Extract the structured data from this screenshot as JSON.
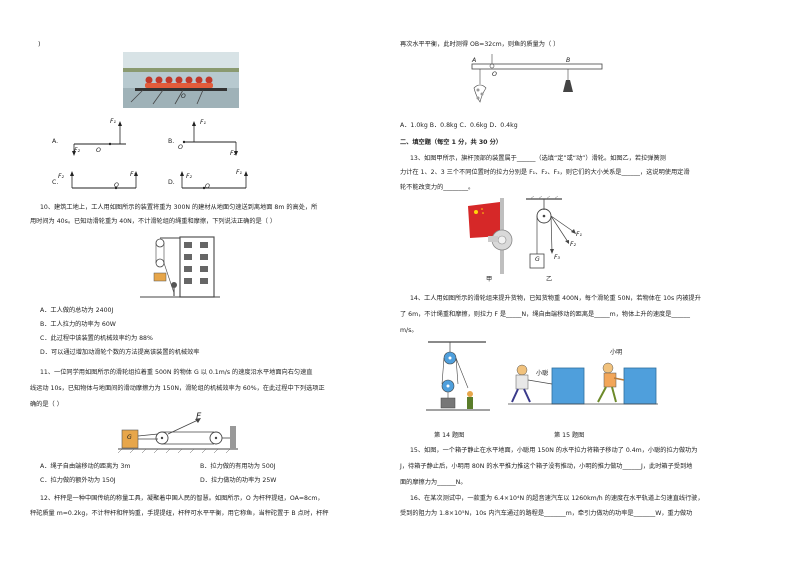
{
  "left": {
    "top_paren": ")",
    "q9_options": {
      "A": "A.",
      "B": "B.",
      "C": "C.",
      "D": "D.",
      "A_f1": "F₁",
      "A_f2": "F₂",
      "A_o": "O",
      "B_f1": "F₁",
      "B_f2": "F₂",
      "B_o": "O",
      "C_f1": "F₁",
      "C_f2": "F₂",
      "C_o": "O",
      "D_f1": "F₁",
      "D_f2": "F₂",
      "D_o": "O"
    },
    "q10": {
      "stem_1": "10、建筑工地上，工人用如图所示的装置将重为 300N 的建材从地面匀速送到离地面 8m 的高处，所",
      "stem_2": "用时间为 40s。已知动滑轮重为 40N，不计滑轮组的绳重和摩擦，下列说法正确的是（    ）",
      "opt_a": "A．工人做的总功为 2400J",
      "opt_b": "B．工人拉力的功率为 60W",
      "opt_c": "C．此过程中该装置的机械效率约为 88%",
      "opt_d": "D．可以通过增加动滑轮个数的方法提高该装置的机械效率"
    },
    "q11": {
      "stem_1": "11、一位同学用如图所示的滑轮组拉着重 500N 的物体 G 以 0.1m/s 的速度沿水平地面向右匀速直",
      "stem_2": "线运动 10s，已知物体与地面间的滑动摩擦力为 150N，滑轮组的机械效率为 60%，在此过程中下列选项正",
      "stem_3": "确的是（            ）",
      "fig_f": "F",
      "fig_g": "G",
      "opt_a": "A．绳子自由端移动的距离为 3m",
      "opt_b": "B．拉力做的有用功为 500J",
      "opt_c": "C．拉力做的额外功为 150J",
      "opt_d": "D．拉力做功的功率为 25W"
    },
    "q12": {
      "stem_1": "12、杆秤是一种中国传统的称量工具，凝聚着中国人民的智慧。如图所示，O 为杆秤提纽，OA=8cm，",
      "stem_2": "秤砣质量 m=0.2kg，不计秤杆和秤钩重，手提提纽，杆秤可水平平衡，用它称鱼，当秤砣置于 B 点时，杆秤"
    }
  },
  "right": {
    "q12_cont": "再次水平平衡，此时测得 OB=32cm，则鱼的质量为（        ）",
    "lever_a": "A",
    "lever_o": "O",
    "lever_b": "B",
    "q12_opts": "A．1.0kg      B．0.8kg      C．0.6kg      D．0.4kg",
    "section2": "二、填空题（每空 1 分，共 30 分）",
    "q13": {
      "line1": "13、如图甲所示，旗杆顶部的装置属于______（选填“定”或“动”）滑轮。如图乙，若拉弹簧测",
      "line2": "力计在 1、2、3 三个不同位置时的拉力分别是 F₁、F₂、F₃，则它们的大小关系是______，这说明使用定滑",
      "line3": "轮不能改变力的________。",
      "fig_jia": "甲",
      "fig_yi": "乙",
      "fig_g": "G",
      "f1": "F₁",
      "f2": "F₂",
      "f3": "F₃"
    },
    "q14": {
      "line1": "14、工人用如图所示的滑轮组来提升货物，已知货物重 400N，每个滑轮重 50N，若物体在 10s 内被提升",
      "line2": "了 6m，不计绳重和摩擦，则拉力 F 是_____N，绳自由端移动的距离是_____m，物体上升的速度是______",
      "line3": "m/s。"
    },
    "fig_labels": {
      "xiaocong": "小聪",
      "xiaoming": "小明",
      "cap14": "第 14 题图",
      "cap15": "第 15 题图"
    },
    "q15": {
      "line1": "15、如图，一个箱子静止在水平地面，小聪用 150N 的水平拉力将箱子移动了 0.4m，小聪的拉力做功为",
      "line2": "J，待箱子静止后，小明用 80N 的水平推力推这个箱子没有推动，小明的推力做功______J，此时箱子受到地",
      "line3": "面的摩擦力为______N。"
    },
    "q16": {
      "line1": "16、在某次测试中，一款重为 6.4×10⁴N 的超音速汽车以 1260km/h 的速度在水平轨道上匀速直线行驶，",
      "line2": "受到的阻力为 1.8×10⁵N，10s 内汽车通过的路程是_______m，牵引力做功的功率是_______W，重力做功"
    }
  },
  "colors": {
    "text": "#222222",
    "flag_red": "#d62828",
    "box_blue": "#4f9fdc",
    "weight_gold": "#c98a3c",
    "wall": "#707070"
  }
}
